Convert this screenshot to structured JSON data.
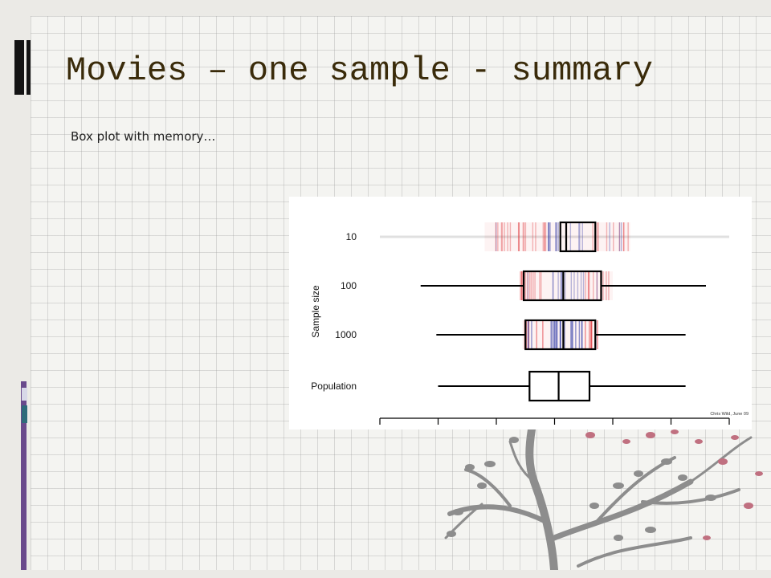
{
  "slide": {
    "title": "Movies – one sample - summary",
    "subtitle": "Box plot with memory…"
  },
  "colors": {
    "title": "#3a2b0a",
    "accent_purple": "#6a4a8c",
    "accent_teal": "#2e6b7a",
    "memory_red": "#e0333a",
    "memory_blue": "#2a3fb0",
    "box": "#000000",
    "blossom": "#c07080"
  },
  "icons": [
    "tree-illustration"
  ],
  "chart_data": {
    "type": "boxplot",
    "title": "",
    "xlabel": "",
    "ylabel": "Sample size",
    "categories": [
      "10",
      "100",
      "1000",
      "Population"
    ],
    "credit": "Chris Wild, June 09",
    "x_range": [
      0,
      6
    ],
    "x_ticks": [
      0,
      1,
      2,
      3,
      4,
      5,
      6
    ],
    "grid": false,
    "boxes": [
      {
        "group": "10",
        "q1": 3.1,
        "median": 3.2,
        "q3": 3.7,
        "whisker_low": null,
        "whisker_high": null
      },
      {
        "group": "100",
        "q1": 2.47,
        "median": 3.15,
        "q3": 3.8,
        "whisker_low": 0.7,
        "whisker_high": 5.6
      },
      {
        "group": "1000",
        "q1": 2.5,
        "median": 3.15,
        "q3": 3.7,
        "whisker_low": 0.97,
        "whisker_high": 5.25
      },
      {
        "group": "Population",
        "q1": 2.57,
        "median": 3.07,
        "q3": 3.6,
        "whisker_low": 1.0,
        "whisker_high": 5.25
      }
    ],
    "memory_ranges": [
      {
        "group": "10",
        "min": 1.8,
        "max": 4.3
      },
      {
        "group": "100",
        "min": 2.4,
        "max": 4.0
      },
      {
        "group": "1000",
        "min": 2.45,
        "max": 3.75
      }
    ]
  }
}
